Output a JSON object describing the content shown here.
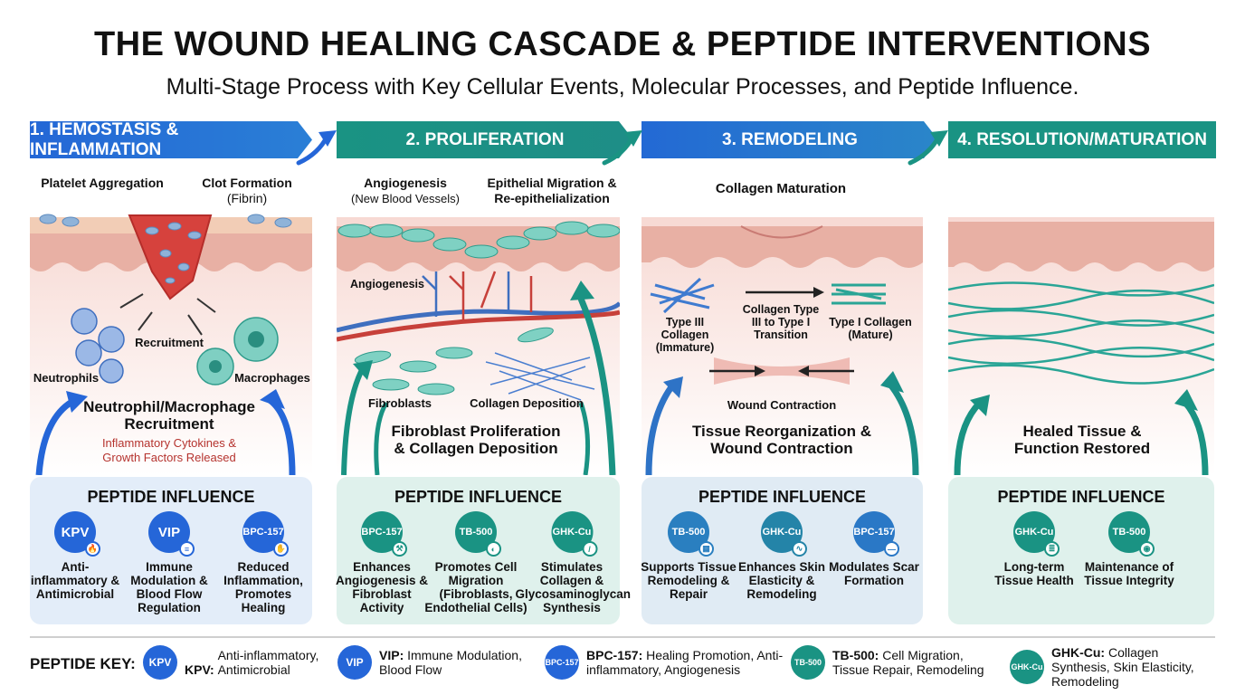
{
  "title": "THE WOUND HEALING CASCADE & PEPTIDE INTERVENTIONS",
  "subtitle": "Multi-Stage Process with Key Cellular Events, Molecular Processes, and Peptide Influence.",
  "colors": {
    "blue": "#2566d8",
    "teal": "#1a9383",
    "skin": "#e9b7ac",
    "panel_blue": "#e3edf9",
    "panel_teal": "#dff1ec"
  },
  "stages": [
    {
      "header": "1. HEMOSTASIS & INFLAMMATION",
      "labels": {
        "platelet": "Platelet Aggregation",
        "clot": "Clot Formation",
        "clot_sub": "(Fibrin)",
        "recruitment": "Recruitment",
        "neutrophils": "Neutrophils",
        "macrophages": "Macrophages"
      },
      "summary": "Neutrophil/Macrophage Recruitment",
      "note": "Inflammatory Cytokines & Growth Factors Released",
      "panel_title": "PEPTIDE INFLUENCE",
      "peptides": [
        {
          "name": "KPV",
          "icon": "flame-icon",
          "desc": "Anti-inflammatory & Antimicrobial"
        },
        {
          "name": "VIP",
          "icon": "lines-icon",
          "desc": "Immune Modulation & Blood Flow Regulation"
        },
        {
          "name": "BPC-157",
          "icon": "hand-icon",
          "desc": "Reduced Inflammation, Promotes Healing"
        }
      ]
    },
    {
      "header": "2. PROLIFERATION",
      "labels": {
        "angio": "Angiogenesis",
        "angio_sub": "(New Blood Vessels)",
        "epithelial": "Epithelial Migration & Re-epithelialization",
        "angio_small": "Angiogenesis",
        "fibroblasts": "Fibroblasts",
        "collagen": "Collagen Deposition"
      },
      "summary": "Fibroblast Proliferation & Collagen Deposition",
      "panel_title": "PEPTIDE INFLUENCE",
      "peptides": [
        {
          "name": "BPC-157",
          "icon": "wrench-icon",
          "desc": "Enhances Angiogenesis & Fibroblast Activity"
        },
        {
          "name": "TB-500",
          "icon": "cell-icon",
          "desc": "Promotes Cell Migration (Fibroblasts, Endothelial Cells)"
        },
        {
          "name": "GHK-Cu",
          "icon": "syringe-icon",
          "desc": "Stimulates Collagen & Glycosaminoglycan Synthesis"
        }
      ]
    },
    {
      "header": "3. REMODELING",
      "labels": {
        "maturation": "Collagen Maturation",
        "type3": "Type III Collagen (Immature)",
        "transition": "Collagen Type III to Type I Transition",
        "type1": "Type I Collagen (Mature)",
        "contraction": "Wound Contraction"
      },
      "summary": "Tissue Reorganization & Wound Contraction",
      "panel_title": "PEPTIDE INFLUENCE",
      "peptides": [
        {
          "name": "TB-500",
          "icon": "grid-icon",
          "desc": "Supports Tissue Remodeling & Repair"
        },
        {
          "name": "GHK-Cu",
          "icon": "skin-icon",
          "desc": "Enhances Skin Elasticity & Remodeling"
        },
        {
          "name": "BPC-157",
          "icon": "scar-icon",
          "desc": "Modulates Scar Formation"
        }
      ]
    },
    {
      "header": "4. RESOLUTION/MATURATION",
      "summary": "Healed Tissue & Function Restored",
      "panel_title": "PEPTIDE INFLUENCE",
      "peptides": [
        {
          "name": "GHK-Cu",
          "icon": "tissue-icon",
          "desc": "Long-term Tissue Health"
        },
        {
          "name": "TB-500",
          "icon": "target-icon",
          "desc": "Maintenance of Tissue Integrity"
        }
      ]
    }
  ],
  "key": {
    "title": "PEPTIDE KEY:",
    "items": [
      {
        "name": "KPV",
        "label": "KPV:",
        "desc": "Anti-inflammatory, Antimicrobial"
      },
      {
        "name": "VIP",
        "label": "VIP:",
        "desc": "Immune Modulation, Blood Flow"
      },
      {
        "name": "BPC-157",
        "label": "BPC-157:",
        "desc": "Healing Promotion, Anti-inflammatory, Angiogenesis"
      },
      {
        "name": "TB-500",
        "label": "TB-500:",
        "desc": "Cell Migration, Tissue Repair, Remodeling"
      },
      {
        "name": "GHK-Cu",
        "label": "GHK-Cu:",
        "desc": "Collagen Synthesis, Skin Elasticity, Remodeling"
      }
    ]
  }
}
